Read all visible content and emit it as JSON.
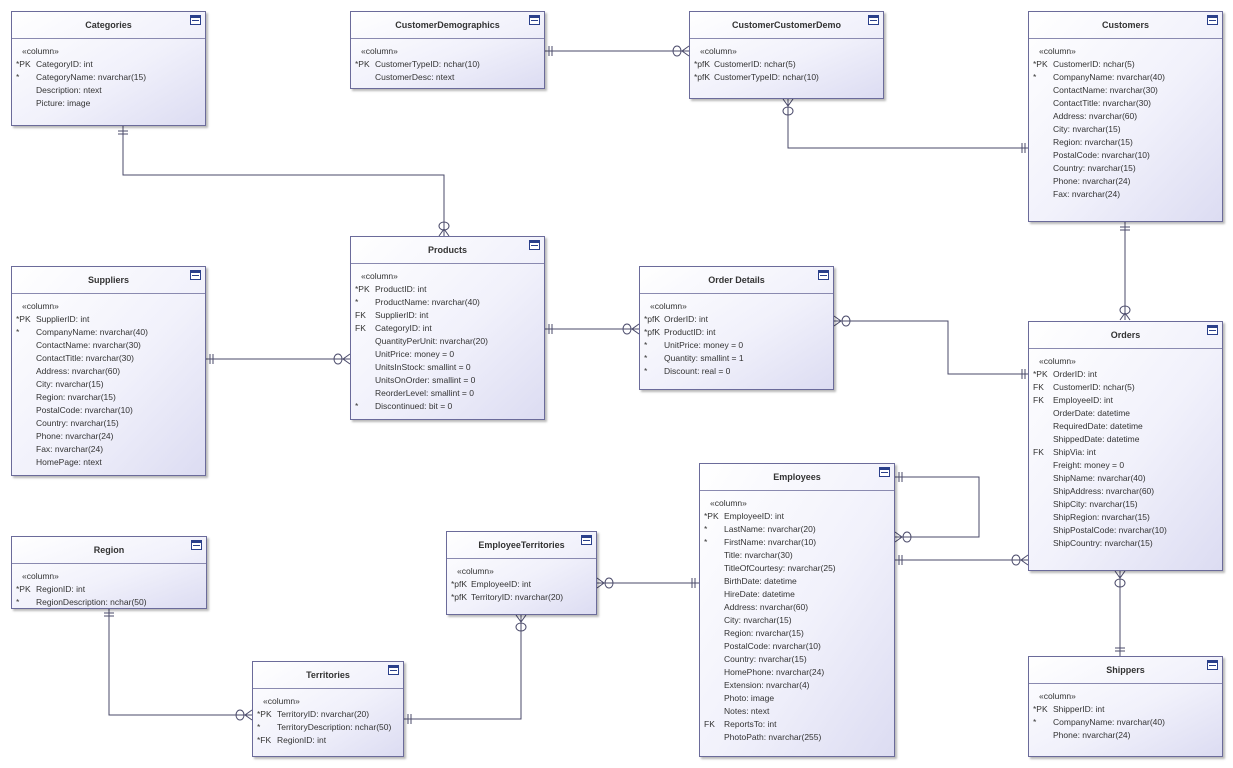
{
  "stereotype": "«column»",
  "entities": [
    {
      "name": "Categories",
      "rows": [
        {
          "marker": "*PK",
          "def": "CategoryID: int"
        },
        {
          "marker": "*",
          "def": "CategoryName: nvarchar(15)"
        },
        {
          "marker": "",
          "def": "Description: ntext"
        },
        {
          "marker": "",
          "def": "Picture: image"
        }
      ]
    },
    {
      "name": "CustomerDemographics",
      "rows": [
        {
          "marker": "*PK",
          "def": "CustomerTypeID: nchar(10)"
        },
        {
          "marker": "",
          "def": "CustomerDesc: ntext"
        }
      ]
    },
    {
      "name": "CustomerCustomerDemo",
      "rows": [
        {
          "marker": "*pfK",
          "def": "CustomerID: nchar(5)"
        },
        {
          "marker": "*pfK",
          "def": "CustomerTypeID: nchar(10)"
        }
      ]
    },
    {
      "name": "Customers",
      "rows": [
        {
          "marker": "*PK",
          "def": "CustomerID: nchar(5)"
        },
        {
          "marker": "*",
          "def": "CompanyName: nvarchar(40)"
        },
        {
          "marker": "",
          "def": "ContactName: nvarchar(30)"
        },
        {
          "marker": "",
          "def": "ContactTitle: nvarchar(30)"
        },
        {
          "marker": "",
          "def": "Address: nvarchar(60)"
        },
        {
          "marker": "",
          "def": "City: nvarchar(15)"
        },
        {
          "marker": "",
          "def": "Region: nvarchar(15)"
        },
        {
          "marker": "",
          "def": "PostalCode: nvarchar(10)"
        },
        {
          "marker": "",
          "def": "Country: nvarchar(15)"
        },
        {
          "marker": "",
          "def": "Phone: nvarchar(24)"
        },
        {
          "marker": "",
          "def": "Fax: nvarchar(24)"
        }
      ]
    },
    {
      "name": "Suppliers",
      "rows": [
        {
          "marker": "*PK",
          "def": "SupplierID: int"
        },
        {
          "marker": "*",
          "def": "CompanyName: nvarchar(40)"
        },
        {
          "marker": "",
          "def": "ContactName: nvarchar(30)"
        },
        {
          "marker": "",
          "def": "ContactTitle: nvarchar(30)"
        },
        {
          "marker": "",
          "def": "Address: nvarchar(60)"
        },
        {
          "marker": "",
          "def": "City: nvarchar(15)"
        },
        {
          "marker": "",
          "def": "Region: nvarchar(15)"
        },
        {
          "marker": "",
          "def": "PostalCode: nvarchar(10)"
        },
        {
          "marker": "",
          "def": "Country: nvarchar(15)"
        },
        {
          "marker": "",
          "def": "Phone: nvarchar(24)"
        },
        {
          "marker": "",
          "def": "Fax: nvarchar(24)"
        },
        {
          "marker": "",
          "def": "HomePage: ntext"
        }
      ]
    },
    {
      "name": "Products",
      "rows": [
        {
          "marker": "*PK",
          "def": "ProductID: int"
        },
        {
          "marker": "*",
          "def": "ProductName: nvarchar(40)"
        },
        {
          "marker": "FK",
          "def": "SupplierID: int"
        },
        {
          "marker": "FK",
          "def": "CategoryID: int"
        },
        {
          "marker": "",
          "def": "QuantityPerUnit: nvarchar(20)"
        },
        {
          "marker": "",
          "def": "UnitPrice: money = 0"
        },
        {
          "marker": "",
          "def": "UnitsInStock: smallint = 0"
        },
        {
          "marker": "",
          "def": "UnitsOnOrder: smallint = 0"
        },
        {
          "marker": "",
          "def": "ReorderLevel: smallint = 0"
        },
        {
          "marker": "*",
          "def": "Discontinued: bit = 0"
        }
      ]
    },
    {
      "name": "Order Details",
      "rows": [
        {
          "marker": "*pfK",
          "def": "OrderID: int"
        },
        {
          "marker": "*pfK",
          "def": "ProductID: int"
        },
        {
          "marker": "*",
          "def": "UnitPrice: money = 0"
        },
        {
          "marker": "*",
          "def": "Quantity: smallint = 1"
        },
        {
          "marker": "*",
          "def": "Discount: real = 0"
        }
      ]
    },
    {
      "name": "Orders",
      "rows": [
        {
          "marker": "*PK",
          "def": "OrderID: int"
        },
        {
          "marker": "FK",
          "def": "CustomerID: nchar(5)"
        },
        {
          "marker": "FK",
          "def": "EmployeeID: int"
        },
        {
          "marker": "",
          "def": "OrderDate: datetime"
        },
        {
          "marker": "",
          "def": "RequiredDate: datetime"
        },
        {
          "marker": "",
          "def": "ShippedDate: datetime"
        },
        {
          "marker": "FK",
          "def": "ShipVia: int"
        },
        {
          "marker": "",
          "def": "Freight: money = 0"
        },
        {
          "marker": "",
          "def": "ShipName: nvarchar(40)"
        },
        {
          "marker": "",
          "def": "ShipAddress: nvarchar(60)"
        },
        {
          "marker": "",
          "def": "ShipCity: nvarchar(15)"
        },
        {
          "marker": "",
          "def": "ShipRegion: nvarchar(15)"
        },
        {
          "marker": "",
          "def": "ShipPostalCode: nvarchar(10)"
        },
        {
          "marker": "",
          "def": "ShipCountry: nvarchar(15)"
        }
      ]
    },
    {
      "name": "Employees",
      "rows": [
        {
          "marker": "*PK",
          "def": "EmployeeID: int"
        },
        {
          "marker": "*",
          "def": "LastName: nvarchar(20)"
        },
        {
          "marker": "*",
          "def": "FirstName: nvarchar(10)"
        },
        {
          "marker": "",
          "def": "Title: nvarchar(30)"
        },
        {
          "marker": "",
          "def": "TitleOfCourtesy: nvarchar(25)"
        },
        {
          "marker": "",
          "def": "BirthDate: datetime"
        },
        {
          "marker": "",
          "def": "HireDate: datetime"
        },
        {
          "marker": "",
          "def": "Address: nvarchar(60)"
        },
        {
          "marker": "",
          "def": "City: nvarchar(15)"
        },
        {
          "marker": "",
          "def": "Region: nvarchar(15)"
        },
        {
          "marker": "",
          "def": "PostalCode: nvarchar(10)"
        },
        {
          "marker": "",
          "def": "Country: nvarchar(15)"
        },
        {
          "marker": "",
          "def": "HomePhone: nvarchar(24)"
        },
        {
          "marker": "",
          "def": "Extension: nvarchar(4)"
        },
        {
          "marker": "",
          "def": "Photo: image"
        },
        {
          "marker": "",
          "def": "Notes: ntext"
        },
        {
          "marker": "FK",
          "def": "ReportsTo: int"
        },
        {
          "marker": "",
          "def": "PhotoPath: nvarchar(255)"
        }
      ]
    },
    {
      "name": "Region",
      "rows": [
        {
          "marker": "*PK",
          "def": "RegionID: int"
        },
        {
          "marker": "*",
          "def": "RegionDescription: nchar(50)"
        }
      ]
    },
    {
      "name": "EmployeeTerritories",
      "rows": [
        {
          "marker": "*pfK",
          "def": "EmployeeID: int"
        },
        {
          "marker": "*pfK",
          "def": "TerritoryID: nvarchar(20)"
        }
      ]
    },
    {
      "name": "Territories",
      "rows": [
        {
          "marker": "*PK",
          "def": "TerritoryID: nvarchar(20)"
        },
        {
          "marker": "*",
          "def": "TerritoryDescription: nchar(50)"
        },
        {
          "marker": "*FK",
          "def": "RegionID: int"
        }
      ]
    },
    {
      "name": "Shippers",
      "rows": [
        {
          "marker": "*PK",
          "def": "ShipperID: int"
        },
        {
          "marker": "*",
          "def": "CompanyName: nvarchar(40)"
        },
        {
          "marker": "",
          "def": "Phone: nvarchar(24)"
        }
      ]
    }
  ],
  "colors": {
    "border": "#6b6b9a",
    "line": "#4a4a6a",
    "icon": "#2a3f8a",
    "text": "#333333"
  }
}
